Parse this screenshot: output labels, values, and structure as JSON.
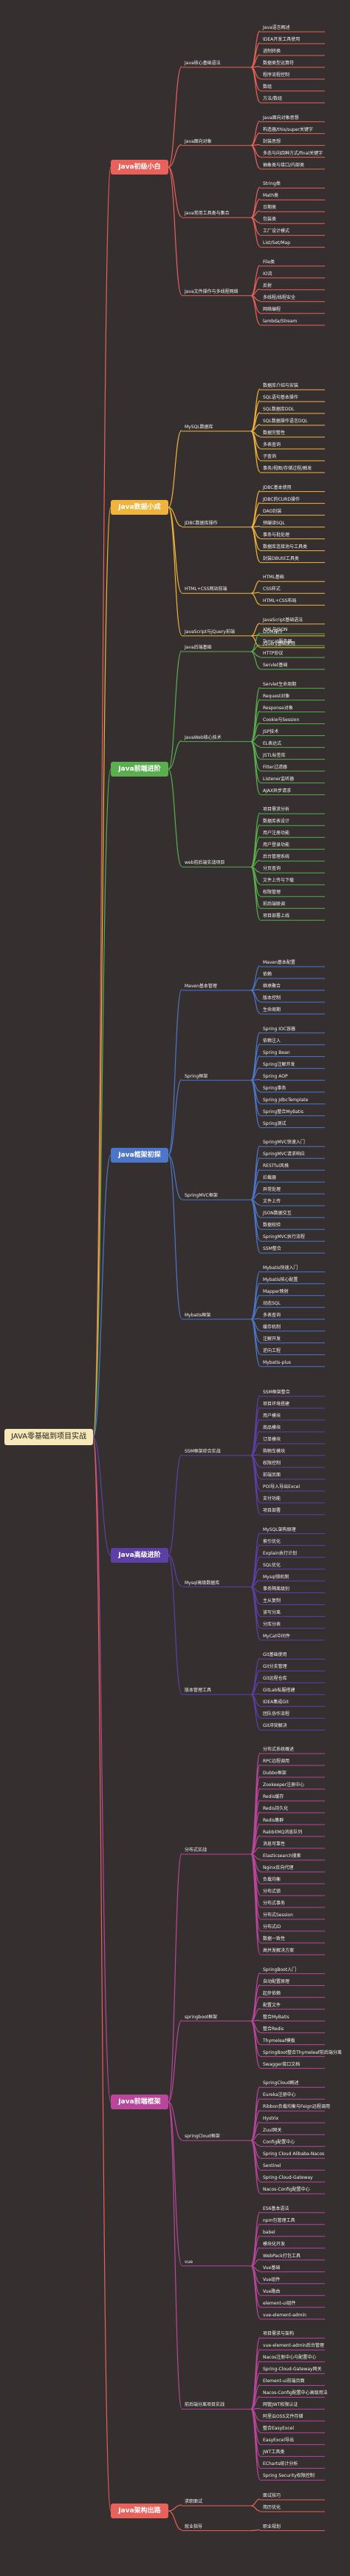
{
  "root": "JAVA零基础到项目实战",
  "phases": [
    {
      "label": "Java初级小白",
      "color": "#e8615b",
      "groups": [
        {
          "label": "Java核心基础语法",
          "items": [
            "Java语言概述",
            "IDEA开发工具使用",
            "进制转换",
            "数据类型运算符",
            "程序流程控制",
            "数组",
            "方法/数组"
          ]
        },
        {
          "label": "Java面向对象",
          "items": [
            "Java面向对象思想",
            "构造器/this/super关键字",
            "封装思想",
            "多态与向四种方式/final关键字",
            "抽象类与接口/内部类"
          ]
        },
        {
          "label": "Java常用工具类与集合",
          "items": [
            "String类",
            "Math类",
            "日期类",
            "包装类",
            "工厂设计模式",
            "List/Set/Map"
          ]
        },
        {
          "label": "Java文件操作与多线程网络",
          "items": [
            "File类",
            "IO流",
            "反射",
            "多线程/线程安全",
            "网络编程",
            "lambda/Stream"
          ]
        }
      ]
    },
    {
      "label": "Java数据小成",
      "color": "#f0b43c",
      "groups": [
        {
          "label": "MySQL数据库",
          "items": [
            "数据库介绍与安装",
            "SQL语句基本操作",
            "SQL数据库DDL",
            "SQL数据操作语言DQL",
            "数据完整性",
            "多表查询",
            "子查询",
            "事务/视图/存储过程/触发"
          ]
        },
        {
          "label": "JDBC数据库操作",
          "items": [
            "JDBC基本使用",
            "JDBC的CURD操作",
            "DAO封装",
            "预编译SQL",
            "事务与批处理",
            "数据库连接池与工具类",
            "封装DBUtil工具类"
          ]
        },
        {
          "label": "HTML+CSS网站前端",
          "items": [
            "HTML基础",
            "CSS样式",
            "HTML+CSS布局"
          ]
        },
        {
          "label": "JavaScript与jQuery前端",
          "items": [
            "JavaScript基础语法",
            "DOM操作",
            "jQuery基础使用"
          ]
        }
      ]
    },
    {
      "label": "Java前端进阶",
      "color": "#5aae4f",
      "groups": [
        {
          "label": "Java后端基础",
          "items": [
            "XML与JSON",
            "Tomcat服务器",
            "HTTP协议",
            "Servlet基础"
          ]
        },
        {
          "label": "JavaWeb核心技术",
          "items": [
            "Servlet生命周期",
            "Request对象",
            "Response对象",
            "Cookie与Session",
            "JSP技术",
            "EL表达式",
            "JSTL标签库",
            "Filter过滤器",
            "Listener监听器",
            "AJAX异步请求"
          ]
        },
        {
          "label": "web前后端实战项目",
          "items": [
            "项目需求分析",
            "数据库表设计",
            "用户注册功能",
            "用户登录功能",
            "后台管理系统",
            "分页查询",
            "文件上传与下载",
            "权限管理",
            "前后端联调",
            "项目部署上线"
          ]
        }
      ]
    },
    {
      "label": "Java框架初探",
      "color": "#4d76c9",
      "groups": [
        {
          "label": "Maven基本管理",
          "items": [
            "Maven基本配置",
            "依赖",
            "继承聚合",
            "版本控制",
            "生命周期"
          ]
        },
        {
          "label": "Spring框架",
          "items": [
            "Spring IOC容器",
            "依赖注入",
            "Spring Bean",
            "Spring注解开发",
            "Spring AOP",
            "Spring事务",
            "Spring JdbcTemplate",
            "Spring整合MyBatis",
            "Spring测试"
          ]
        },
        {
          "label": "SpringMVC框架",
          "items": [
            "SpringMVC快速入门",
            "SpringMVC请求响应",
            "RESTful风格",
            "拦截器",
            "异常处理",
            "文件上传",
            "JSON数据交互",
            "数据校验",
            "SpringMVC执行流程",
            "SSM整合"
          ]
        },
        {
          "label": "Mybatis框架",
          "items": [
            "Mybatis快速入门",
            "Mybatis核心配置",
            "Mapper映射",
            "动态SQL",
            "多表查询",
            "缓存机制",
            "注解开发",
            "逆向工程",
            "Mybatis-plus"
          ]
        }
      ]
    },
    {
      "label": "Java高级进阶",
      "color": "#5d3fa8",
      "groups": [
        {
          "label": "SSM框架综合实战",
          "items": [
            "SSM框架整合",
            "项目环境搭建",
            "用户模块",
            "商品模块",
            "订单模块",
            "购物车模块",
            "权限控制",
            "前端页面",
            "POI导入导出Excel",
            "支付功能",
            "项目部署"
          ]
        },
        {
          "label": "Mysql高级数据库",
          "items": [
            "MySQL架构原理",
            "索引优化",
            "Explain执行计划",
            "SQL优化",
            "Mysql锁机制",
            "事务隔离级别",
            "主从复制",
            "读写分离",
            "分库分表",
            "MyCat中间件"
          ]
        },
        {
          "label": "版本管理工具",
          "items": [
            "Git基础使用",
            "Git分支管理",
            "Git远程仓库",
            "GitLab私服搭建",
            "IDEA集成Git",
            "团队协作流程",
            "Git冲突解决"
          ]
        }
      ]
    },
    {
      "label": "Java前端框架",
      "color": "#b8469a",
      "groups": [
        {
          "label": "分布式实战",
          "items": [
            "分布式系统概述",
            "RPC远程调用",
            "Dubbo框架",
            "Zookeeper注册中心",
            "Redis缓存",
            "Redis持久化",
            "Redis集群",
            "RabbitMQ消息队列",
            "消息可靠性",
            "Elasticsearch搜索",
            "Nginx反向代理",
            "负载均衡",
            "分布式锁",
            "分布式事务",
            "分布式Session",
            "分布式ID",
            "数据一致性",
            "高并发解决方案"
          ]
        },
        {
          "label": "springboot框架",
          "items": [
            "SpringBoot入门",
            "自动配置原理",
            "起步依赖",
            "配置文件",
            "整合MyBatis",
            "整合Redis",
            "Thymeleaf模板",
            "SpringBoot整合Thymeleaf前后端分离",
            "Swagger接口文档"
          ]
        },
        {
          "label": "springCloud框架",
          "items": [
            "SpringCloud概述",
            "Eureka注册中心",
            "Ribbon负载均衡与Feign远程调用",
            "Hystrix",
            "Zuul网关",
            "Config配置中心",
            "Spring Cloud Alibaba-Nacos",
            "Sentinel",
            "Spring-Cloud-Gateway",
            "Nacos-Config配置中心"
          ]
        },
        {
          "label": "vue",
          "items": [
            "ES6基本语法",
            "npm包管理工具",
            "babel",
            "模块化开发",
            "WebPack打包工具",
            "Vue基础",
            "Vue组件",
            "Vue路由",
            "element-ui组件",
            "vue-element-admin"
          ]
        },
        {
          "label": "前后端分离项目实战",
          "items": [
            "项目需求与架构",
            "vue-element-admin后台管理",
            "Nacos注册中心与配置中心",
            "Spring-Cloud-Gateway网关",
            "Element-ui前端页面",
            "Nacos-Config配置中心高级用法",
            "网管JWT权限认证",
            "阿里云OSS文件存储",
            "整合EasyExcel",
            "EasyExcel导出",
            "JWT工具类",
            "ECharts统计分析",
            "Spring Security权限控制"
          ]
        }
      ]
    },
    {
      "label": "Java架构出路",
      "color": "#e8615b",
      "groups": [
        {
          "label": "求职面试",
          "items": [
            "面试技巧",
            "简历优化"
          ]
        },
        {
          "label": "就业指导",
          "items": [
            "职业规划"
          ]
        }
      ]
    }
  ]
}
